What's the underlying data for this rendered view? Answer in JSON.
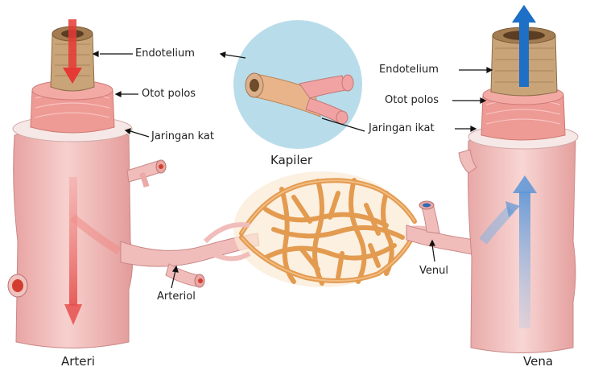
{
  "labels": {
    "artery_endothelium": "Endotelium",
    "artery_smooth_muscle": "Otot polos",
    "artery_connective": "Jaringan kat",
    "vein_endothelium": "Endotelium",
    "vein_smooth_muscle": "Otot polos",
    "vein_connective": "Jaringan ikat",
    "capillary": "Kapiler",
    "arteriole": "Arteriol",
    "venule": "Venul",
    "artery": "Arteri",
    "vein": "Vena"
  },
  "colors": {
    "vessel_pink": "#f0b7b5",
    "capillary_orange": "#e9a45a",
    "artery_flow": "#e53935",
    "vein_flow": "#1e6fc6",
    "inset_circle": "#b9dcea"
  }
}
